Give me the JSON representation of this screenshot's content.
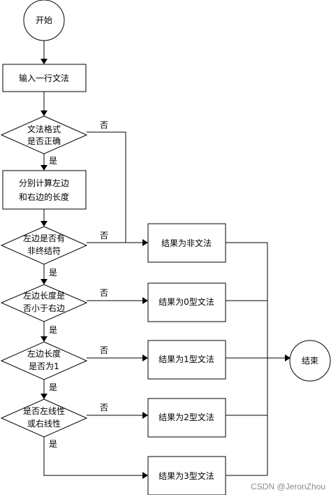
{
  "nodes": {
    "start": "开始",
    "input": "输入一行文法",
    "check_format": [
      "文法格式",
      "是否正确"
    ],
    "calc_length": [
      "分别计算左边",
      "和右边的长度"
    ],
    "check_nonterminal": [
      "左边是否有",
      "非终结符"
    ],
    "check_shorter": [
      "左边长度是",
      "否小于右边"
    ],
    "check_one": [
      "左边长度",
      "是否为1"
    ],
    "check_linear": [
      "是否左线性",
      "或右线性"
    ],
    "result_non": "结果为非文法",
    "result_0": "结果为0型文法",
    "result_1": "结果为1型文法",
    "result_2": "结果为2型文法",
    "result_3": "结果为3型文法",
    "end": "结束"
  },
  "labels": {
    "yes": "是",
    "no": "否"
  },
  "watermark": "CSDN @JeronZhou"
}
